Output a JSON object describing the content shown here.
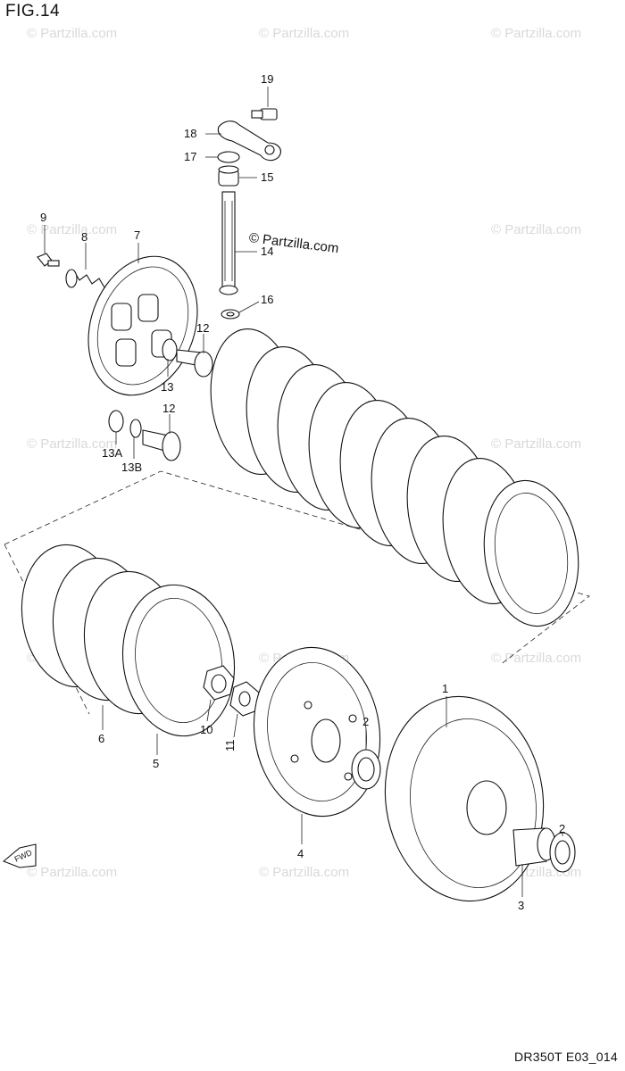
{
  "figure": {
    "title": "FIG.14",
    "footer_code": "DR350T E03_014",
    "brand_label": "© Partzilla.com",
    "watermark_text": "© Partzilla.com",
    "fwd_label": "FWD"
  },
  "callouts": [
    {
      "id": "c19",
      "label": "19"
    },
    {
      "id": "c18",
      "label": "18"
    },
    {
      "id": "c17",
      "label": "17"
    },
    {
      "id": "c15",
      "label": "15"
    },
    {
      "id": "c14",
      "label": "14"
    },
    {
      "id": "c16",
      "label": "16"
    },
    {
      "id": "c9",
      "label": "9"
    },
    {
      "id": "c8",
      "label": "8"
    },
    {
      "id": "c7",
      "label": "7"
    },
    {
      "id": "c12a",
      "label": "12"
    },
    {
      "id": "c13",
      "label": "13"
    },
    {
      "id": "c12b",
      "label": "12"
    },
    {
      "id": "c13a",
      "label": "13A"
    },
    {
      "id": "c13b",
      "label": "13B"
    },
    {
      "id": "c1",
      "label": "1"
    },
    {
      "id": "c2a",
      "label": "2"
    },
    {
      "id": "c2b",
      "label": "2"
    },
    {
      "id": "c3",
      "label": "3"
    },
    {
      "id": "c4",
      "label": "4"
    },
    {
      "id": "c5",
      "label": "5"
    },
    {
      "id": "c6",
      "label": "6"
    },
    {
      "id": "c10",
      "label": "10"
    },
    {
      "id": "c11",
      "label": "11"
    }
  ],
  "colors": {
    "line": "#111111",
    "background": "#ffffff",
    "watermark": "#d9d9d9"
  }
}
